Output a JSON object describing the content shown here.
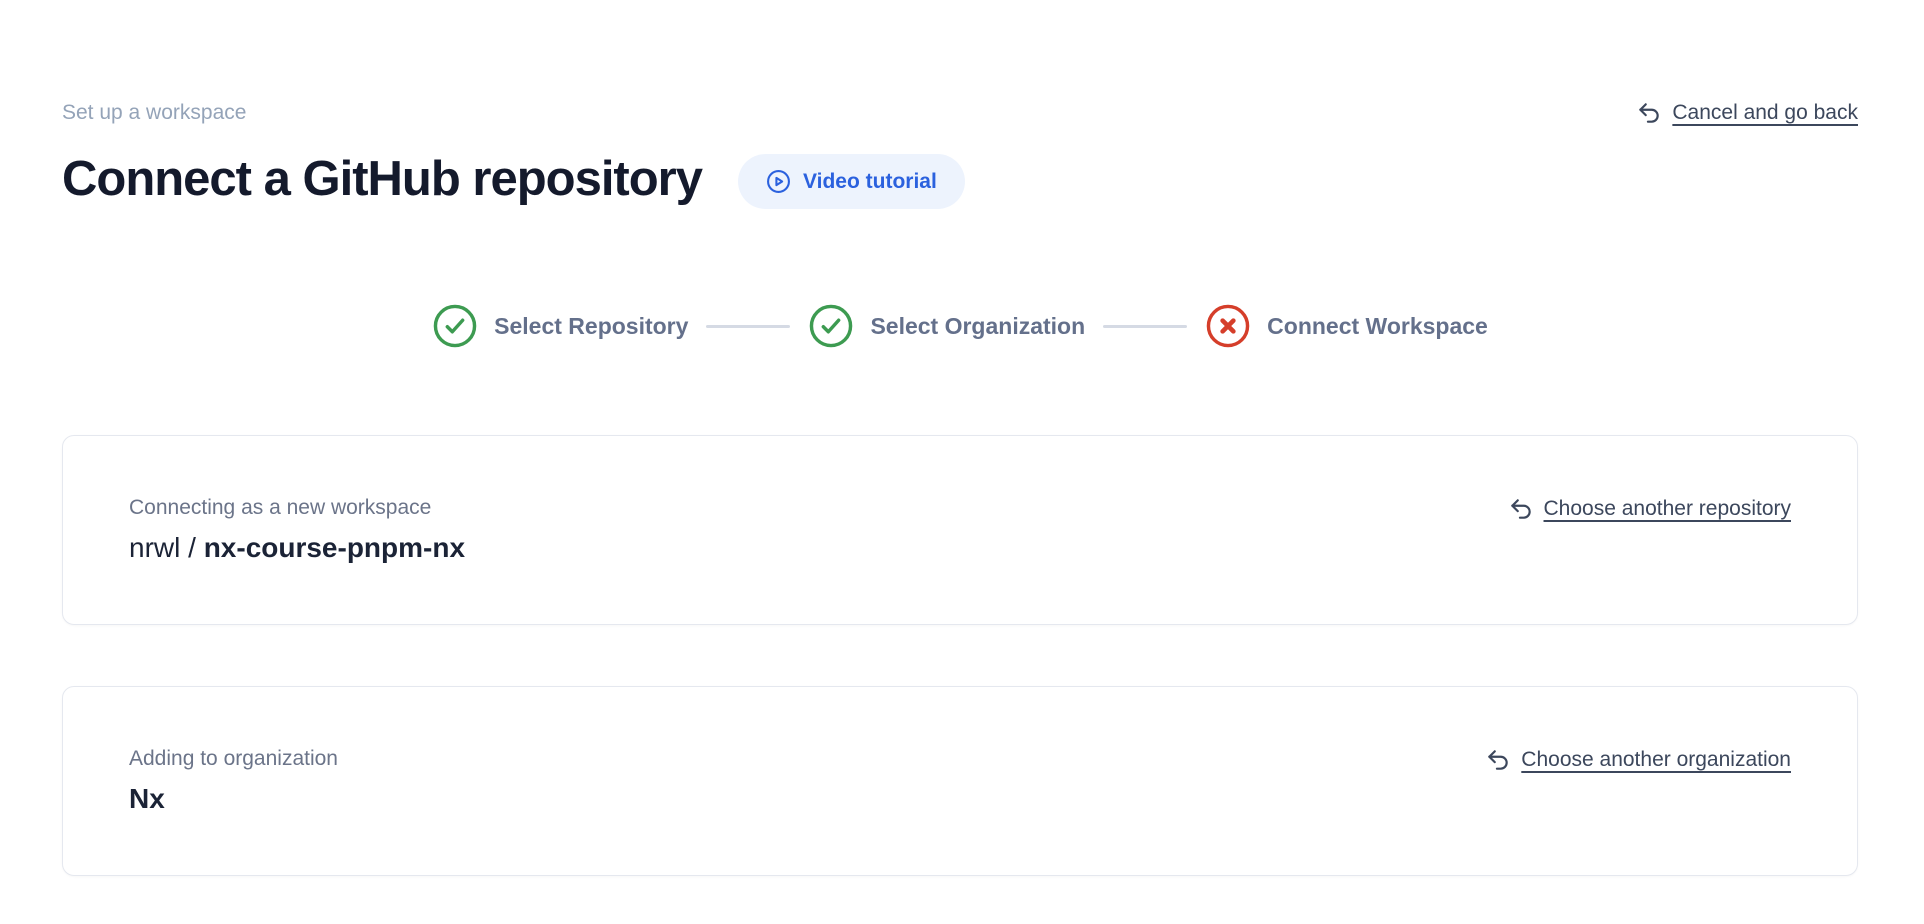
{
  "header": {
    "eyebrow": "Set up a workspace",
    "title": "Connect a GitHub repository",
    "video_tutorial_label": "Video tutorial",
    "cancel_label": "Cancel and go back"
  },
  "stepper": {
    "steps": [
      {
        "label": "Select Repository",
        "state": "complete",
        "icon": "check-circle-icon"
      },
      {
        "label": "Select Organization",
        "state": "complete",
        "icon": "check-circle-icon"
      },
      {
        "label": "Connect Workspace",
        "state": "error",
        "icon": "x-circle-icon"
      }
    ]
  },
  "repo_card": {
    "label": "Connecting as a new workspace",
    "value_prefix": "nrwl / ",
    "value": "nx-course-pnpm-nx",
    "action_label": "Choose another repository"
  },
  "org_card": {
    "label": "Adding to organization",
    "value": "Nx",
    "action_label": "Choose another organization"
  },
  "colors": {
    "accent_blue": "#2b61de",
    "accent_blue_bg": "#edf3fd",
    "success_green": "#3d9b51",
    "error_red": "#d53e2a",
    "muted_text": "#94a3b8",
    "step_label": "#64708b",
    "link_text": "#3c475c",
    "card_border": "#e5e8ef"
  }
}
